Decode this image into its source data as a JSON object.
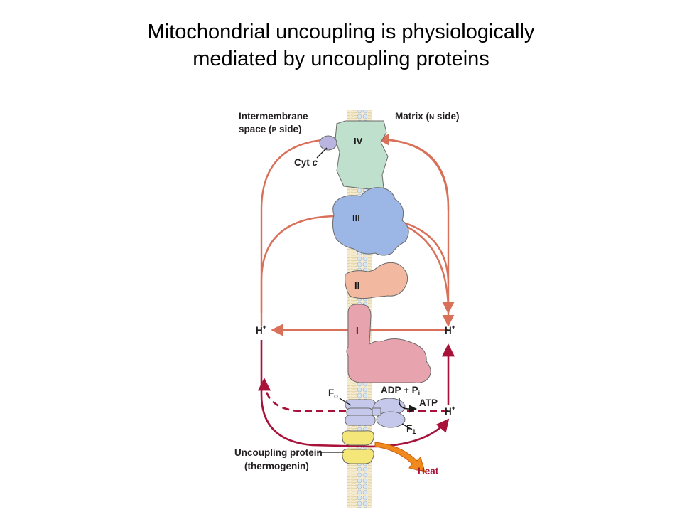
{
  "title": {
    "line1": "Mitochondrial uncoupling is physiologically",
    "line2": "mediated by uncoupling proteins"
  },
  "labels": {
    "intermembrane_line1": "Intermembrane",
    "intermembrane_line2": "space (",
    "intermembrane_sc": "P",
    "intermembrane_end": " side)",
    "matrix": "Matrix (",
    "matrix_sc": "N",
    "matrix_end": " side)",
    "cyt_c": "Cyt ",
    "cyt_c_italic": "c",
    "complex_iv": "IV",
    "complex_iii": "III",
    "complex_ii": "II",
    "complex_i": "I",
    "h_plus_left": "H",
    "h_plus_right_top": "H",
    "h_plus_right_bottom": "H",
    "plus": "+",
    "fo": "F",
    "fo_sub": "o",
    "adp_pi": "ADP + P",
    "adp_pi_sub": "i",
    "atp": "ATP",
    "f1": "F",
    "f1_sub": "1",
    "uncoupling_line1": "Uncoupling protein",
    "uncoupling_line2": "(thermogenin)",
    "heat": "Heat"
  },
  "colors": {
    "proton_arrow": "#d9705a",
    "uncoupled_arrow": "#a8123a",
    "heat_arrow": "#f08a1c",
    "complex_iv": "#bfe0cd",
    "complex_iii": "#9cb6e6",
    "complex_ii": "#f2b8a0",
    "complex_i": "#e8a4ae",
    "atp_synthase": "#c5c8ea",
    "uncoupling_protein": "#f5e67a",
    "cyt_c": "#b9b4e0",
    "membrane": "#f3e8c8"
  }
}
